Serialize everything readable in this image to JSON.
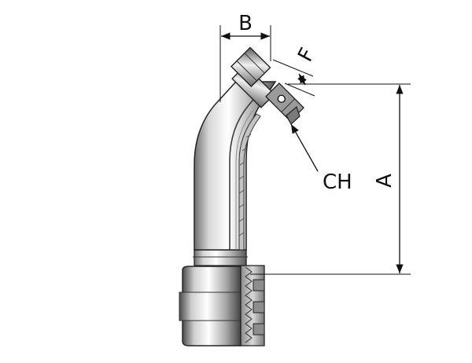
{
  "diagram": {
    "labels": {
      "b": "B",
      "f": "F",
      "ch": "CH",
      "a": "A"
    },
    "colors": {
      "metal_light": "#f2f2f2",
      "metal_mid": "#b8b8b8",
      "metal_dark": "#555555",
      "line": "#111111"
    }
  }
}
